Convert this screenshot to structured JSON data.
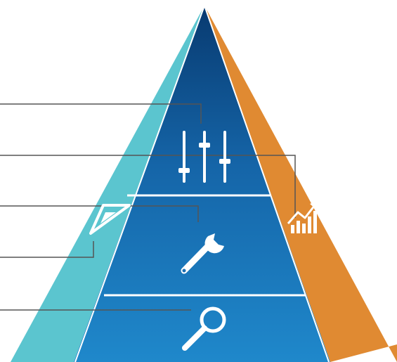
{
  "diagram": {
    "type": "pyramid",
    "colors": {
      "left_face": "#5bc5cf",
      "right_face": "#e08a32",
      "front_top": "#0a3f78",
      "front_mid": "#1a6fb3",
      "front_bottom": "#1f86c9",
      "divider": "#ffffff",
      "leader_line": "#555555",
      "icon": "#ffffff"
    },
    "front_tiers": [
      {
        "id": "top",
        "icon": "sliders-icon"
      },
      {
        "id": "middle",
        "icon": "wrench-icon"
      },
      {
        "id": "bottom",
        "icon": "magnifier-icon"
      }
    ],
    "side_icons": [
      {
        "face": "left",
        "icon": "triangle-ruler-icon"
      },
      {
        "face": "right",
        "icon": "growth-chart-icon"
      }
    ]
  }
}
